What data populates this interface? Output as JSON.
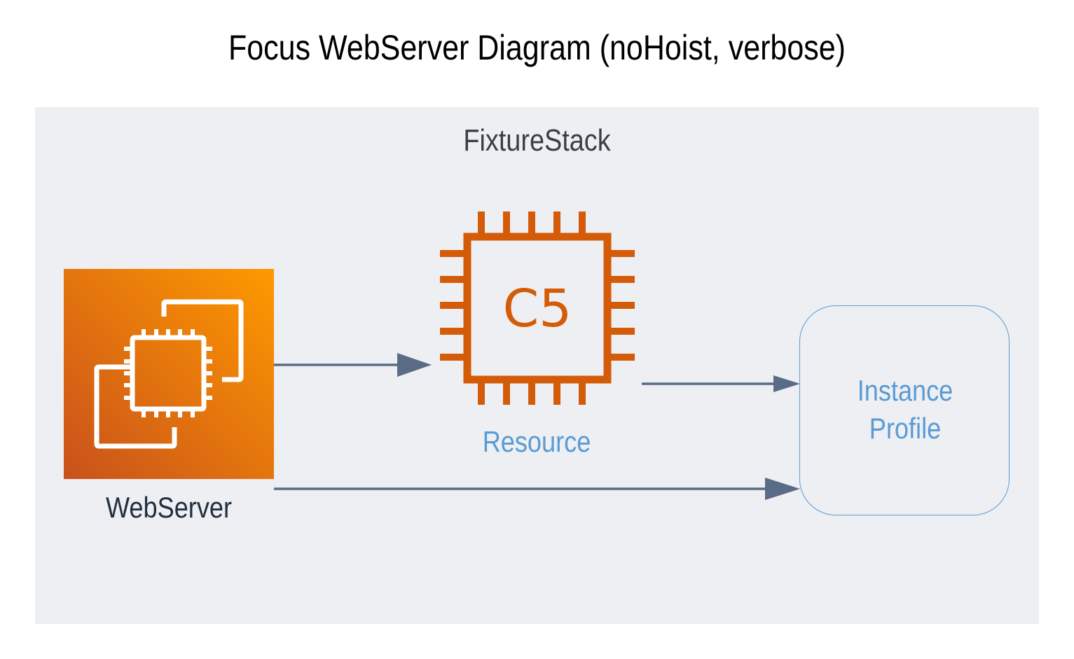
{
  "title": "Focus WebServer Diagram (noHoist, verbose)",
  "stack": {
    "label": "FixtureStack"
  },
  "nodes": {
    "webserver": {
      "label": "WebServer",
      "icon": "ec2-instances-icon"
    },
    "resource": {
      "label": "Resource",
      "icon": "c5-instance-icon",
      "badge": "C5"
    },
    "instance_profile": {
      "label": "Instance\nProfile"
    }
  },
  "edges": [
    {
      "from": "WebServer",
      "to": "Resource"
    },
    {
      "from": "Resource",
      "to": "Instance Profile"
    },
    {
      "from": "WebServer",
      "to": "Instance Profile"
    }
  ],
  "colors": {
    "stack_background": "#edeff3",
    "ec2_gradient_start": "#c8511b",
    "ec2_gradient_end": "#ff9900",
    "c5_orange": "#d45b07",
    "edge": "#5a6b86",
    "profile_blue": "#5a9bd5",
    "dark_text": "#232f3e"
  }
}
